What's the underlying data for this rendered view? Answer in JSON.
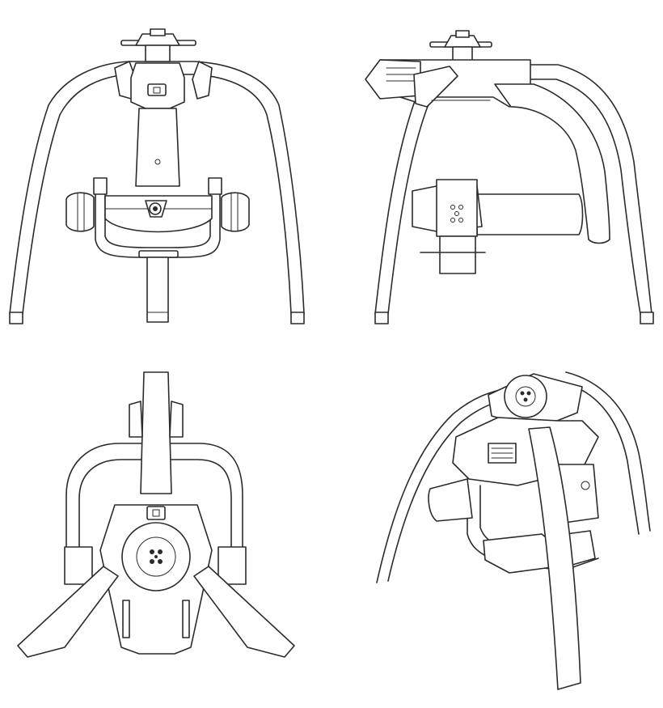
{
  "drawing": {
    "views": [
      {
        "id": "front",
        "kind": "front view line drawing"
      },
      {
        "id": "side",
        "kind": "side view line drawing"
      },
      {
        "id": "bottom",
        "kind": "bottom view line drawing"
      },
      {
        "id": "perspective",
        "kind": "three-quarter perspective line drawing"
      }
    ],
    "colors": {
      "background": "#ffffff",
      "line": "#2b2b2b"
    }
  }
}
